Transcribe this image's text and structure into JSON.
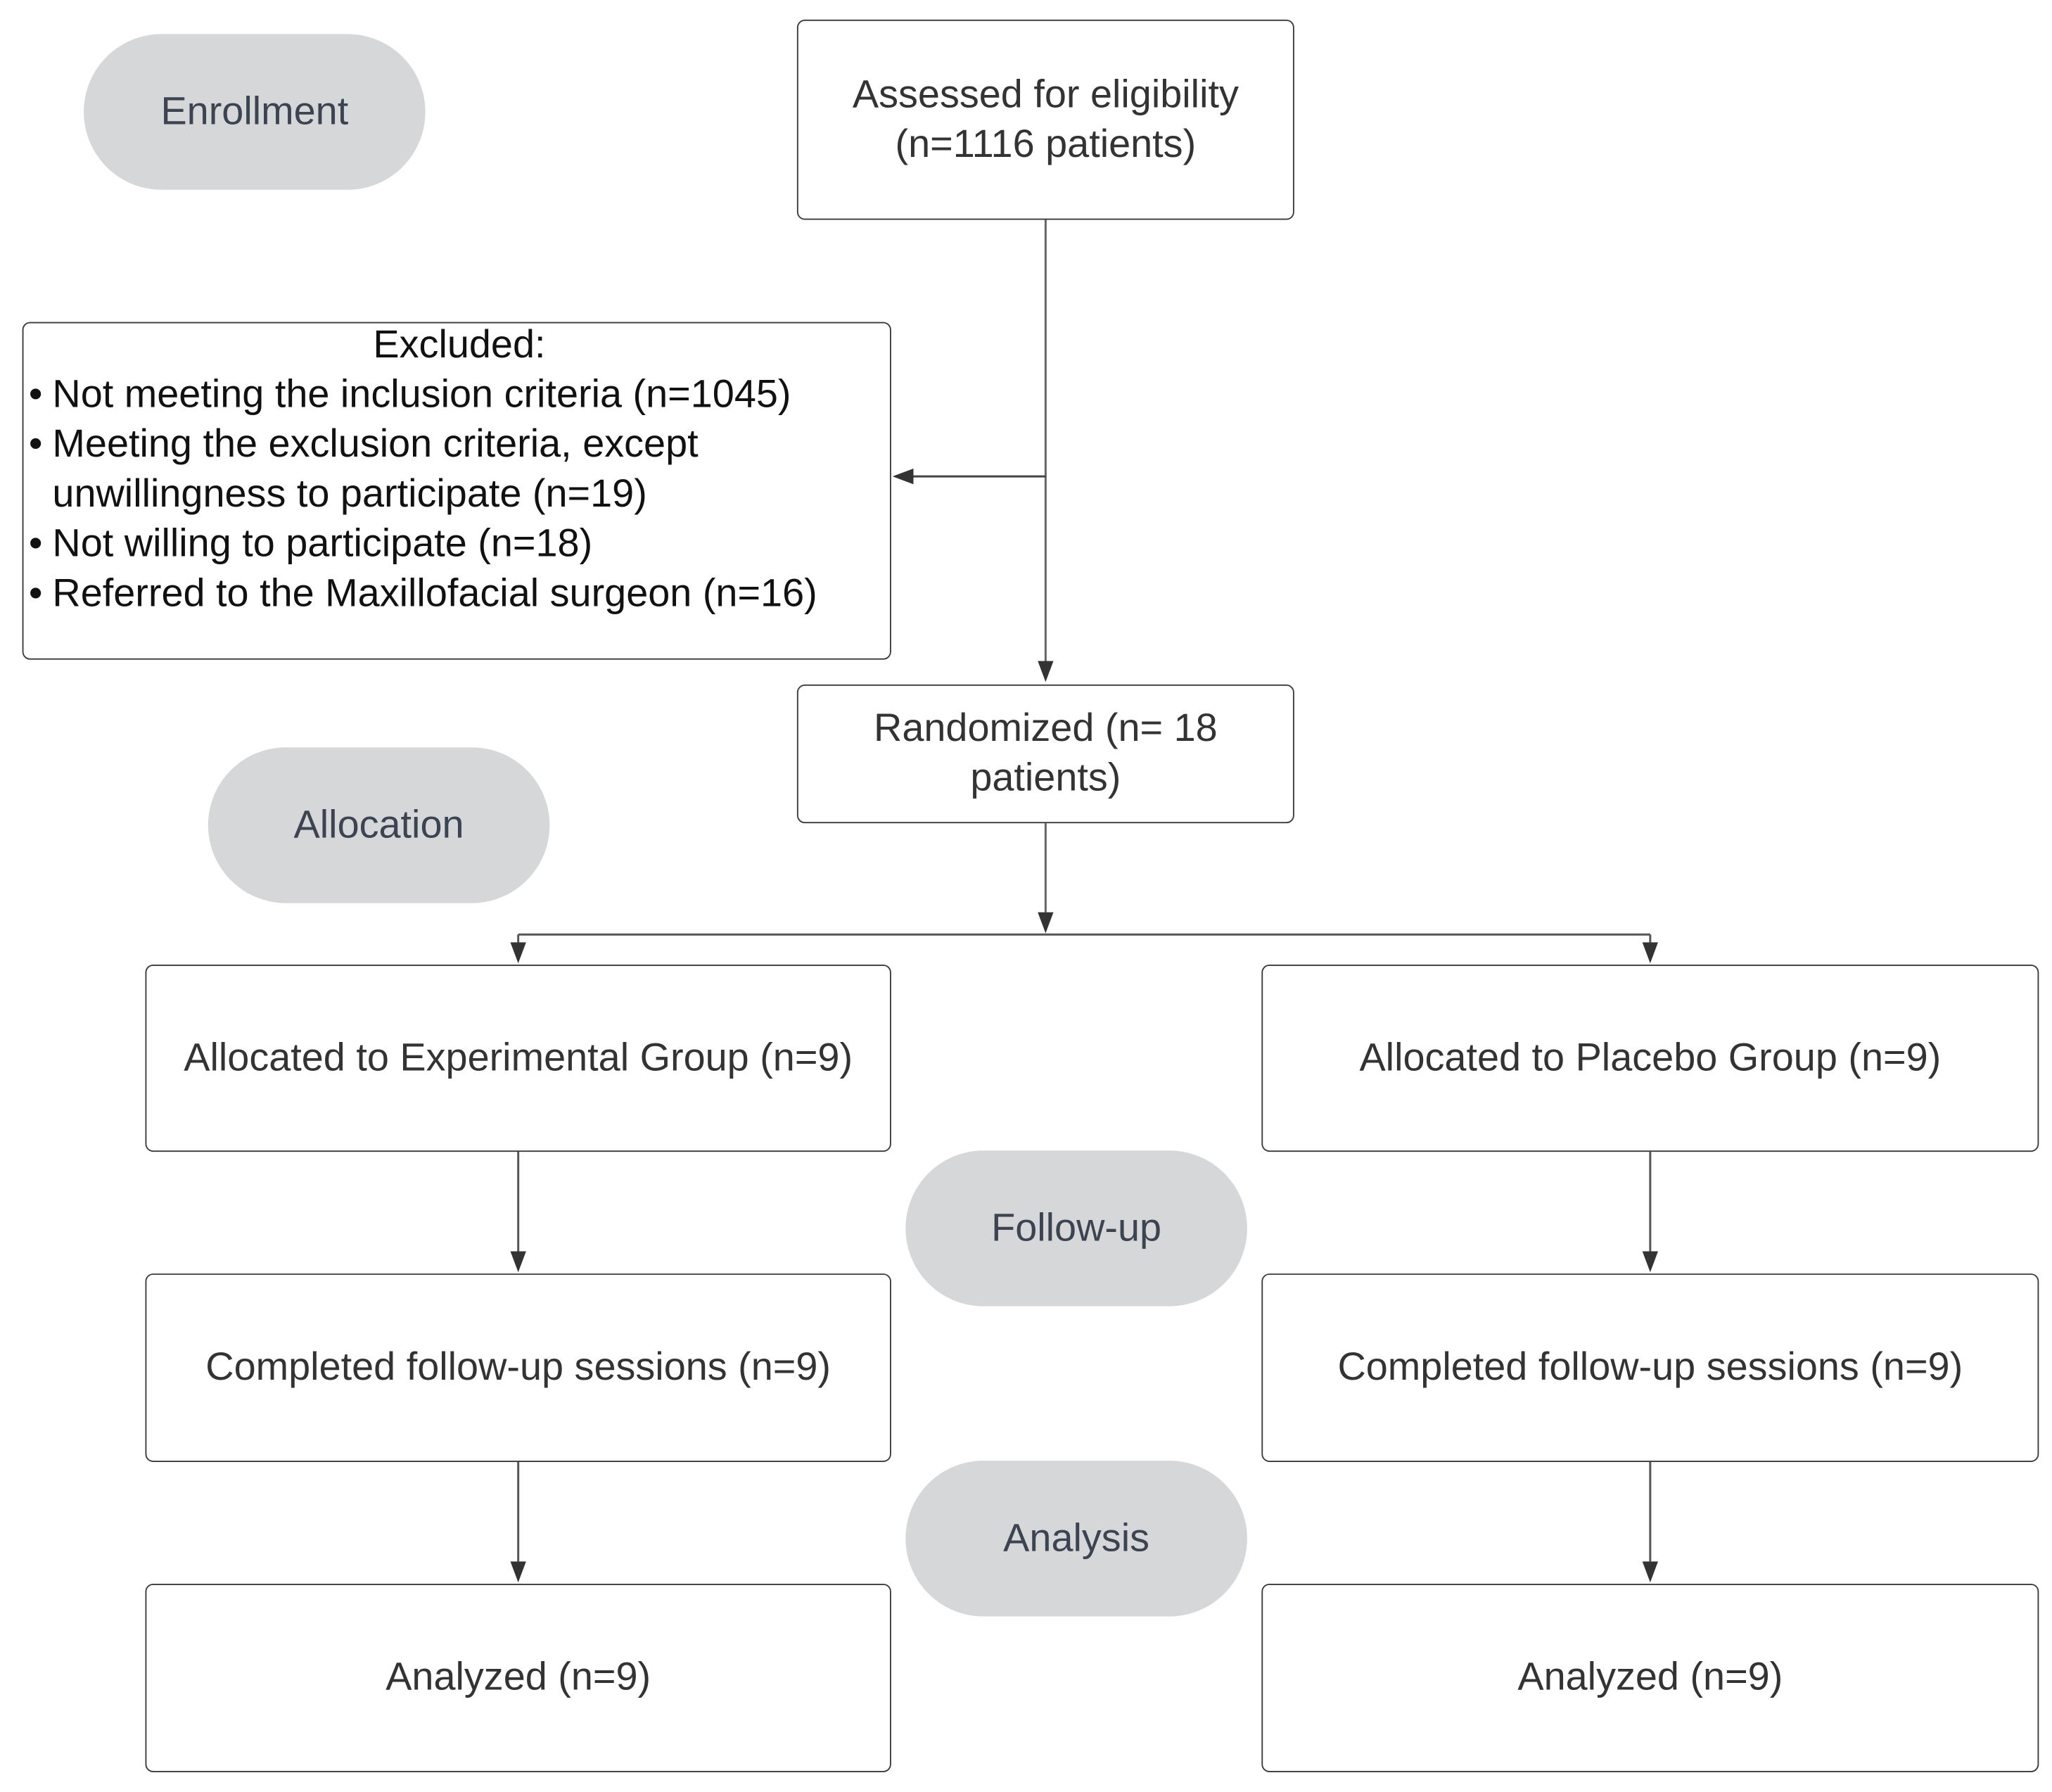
{
  "stages": {
    "enrollment": "Enrollment",
    "allocation": "Allocation",
    "follow_up": "Follow-up",
    "analysis": "Analysis"
  },
  "assessed": {
    "line1": "Assessed for eligibility",
    "line2": "(n=1116 patients)"
  },
  "excluded": {
    "title": "Excluded:",
    "items": [
      "Not meeting the inclusion criteria (n=1045)",
      "Meeting the exclusion criteria, except unwillingness to participate (n=19)",
      "Not willing to participate (n=18)",
      "Referred to the Maxillofacial surgeon (n=16)"
    ]
  },
  "randomized": {
    "line1": "Randomized (n= 18",
    "line2": "patients)"
  },
  "experimental": {
    "allocated": "Allocated to Experimental Group (n=9)",
    "follow_up": "Completed follow-up sessions (n=9)",
    "analyzed": "Analyzed (n=9)"
  },
  "placebo": {
    "allocated": "Allocated to Placebo Group (n=9)",
    "follow_up": "Completed follow-up sessions (n=9)",
    "analyzed": "Analyzed (n=9)"
  },
  "colors": {
    "stage_fill": "#d6d7d9",
    "line": "#555555",
    "border": "#3a3a3a"
  }
}
